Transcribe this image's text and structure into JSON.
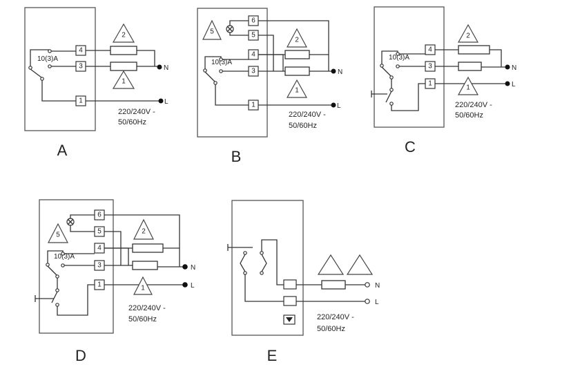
{
  "labels": {
    "rating": "10(3)A",
    "voltage": "220/240V -",
    "frequency": "50/60Hz",
    "neutral": "N",
    "line": "L"
  },
  "terminals": {
    "t1": "1",
    "t3": "3",
    "t4": "4",
    "t5": "5",
    "t6": "6"
  },
  "triangles": {
    "one": "1",
    "two": "2",
    "five": "5"
  },
  "diagrams": {
    "A": "A",
    "B": "B",
    "C": "C",
    "D": "D",
    "E": "E"
  }
}
